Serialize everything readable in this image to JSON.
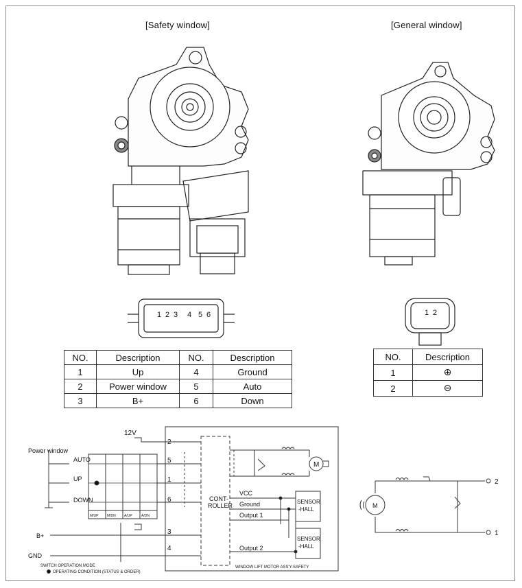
{
  "titles": {
    "safety": "[Safety window]",
    "general": "[General window]"
  },
  "safety_connector_pins": [
    "1",
    "2",
    "3",
    "4",
    "5",
    "6"
  ],
  "general_connector_pins": [
    "1",
    "2"
  ],
  "safety_table": {
    "headers": [
      "NO.",
      "Description",
      "NO.",
      "Description"
    ],
    "rows": [
      [
        "1",
        "Up",
        "4",
        "Ground"
      ],
      [
        "2",
        "Power window",
        "5",
        "Auto"
      ],
      [
        "3",
        "B+",
        "6",
        "Down"
      ]
    ]
  },
  "general_table": {
    "headers": [
      "NO.",
      "Description"
    ],
    "rows": [
      {
        "no": "1",
        "symbol": "⊕"
      },
      {
        "no": "2",
        "symbol": "⊖"
      }
    ]
  },
  "schematic": {
    "v12": "12V",
    "power_window": "Power window",
    "auto": "AUTO",
    "up": "UP",
    "down": "DOWN",
    "bplus": "B+",
    "gnd": "GND",
    "grid_cols": [
      "M/UP",
      "M/DN",
      "A/UP",
      "A/DN"
    ],
    "pins": [
      "2",
      "5",
      "1",
      "6",
      "3",
      "4"
    ],
    "controller": [
      "CONT-",
      "ROLLER"
    ],
    "vcc": "VCC",
    "ground": "Ground",
    "output1": "Output 1",
    "output2": "Output 2",
    "sensor": [
      "SENSOR",
      "-HALL"
    ],
    "motor": "M",
    "caption": "WINDOW LIFT MOTOR ASS'Y-SAFETY",
    "switch_mode": "SWITCH OPERATION MODE",
    "op_cond": "OPERATING CONDITION (STATUS & ORDER)"
  },
  "general_schematic": {
    "motor": "M",
    "pin2": "2",
    "pin1": "1"
  }
}
